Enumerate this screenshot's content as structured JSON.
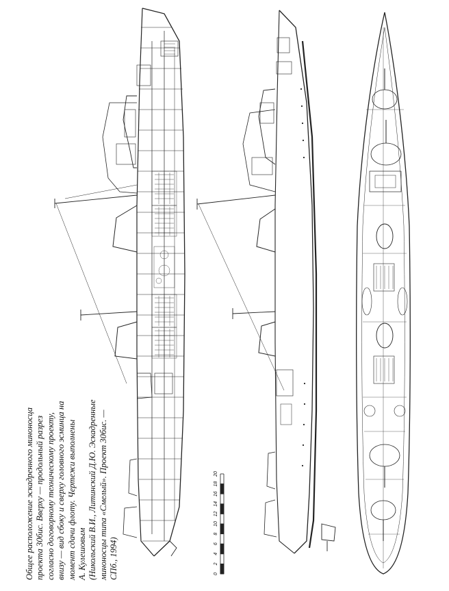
{
  "caption": {
    "lines": [
      "Общее расположение эскадренного миноносца",
      "проекта 30бис. Вверху — продольный разрез",
      "согласно договорному техническому проекту,",
      "внизу — вид сбоку и сверху головного эсминца на",
      "момент сдачи флоту. Чертежи выполнены",
      "А. Кулешовым",
      "(Никольский В.И., Литинский Д.Ю. Эскадренные",
      "миноносцы типа «Смелый». Проект 30бис. —",
      "СПб., 1994)"
    ]
  },
  "scale_bar": {
    "ticks": [
      "0",
      "2",
      "4",
      "6",
      "8",
      "10",
      "12",
      "14",
      "16",
      "18",
      "20"
    ]
  }
}
